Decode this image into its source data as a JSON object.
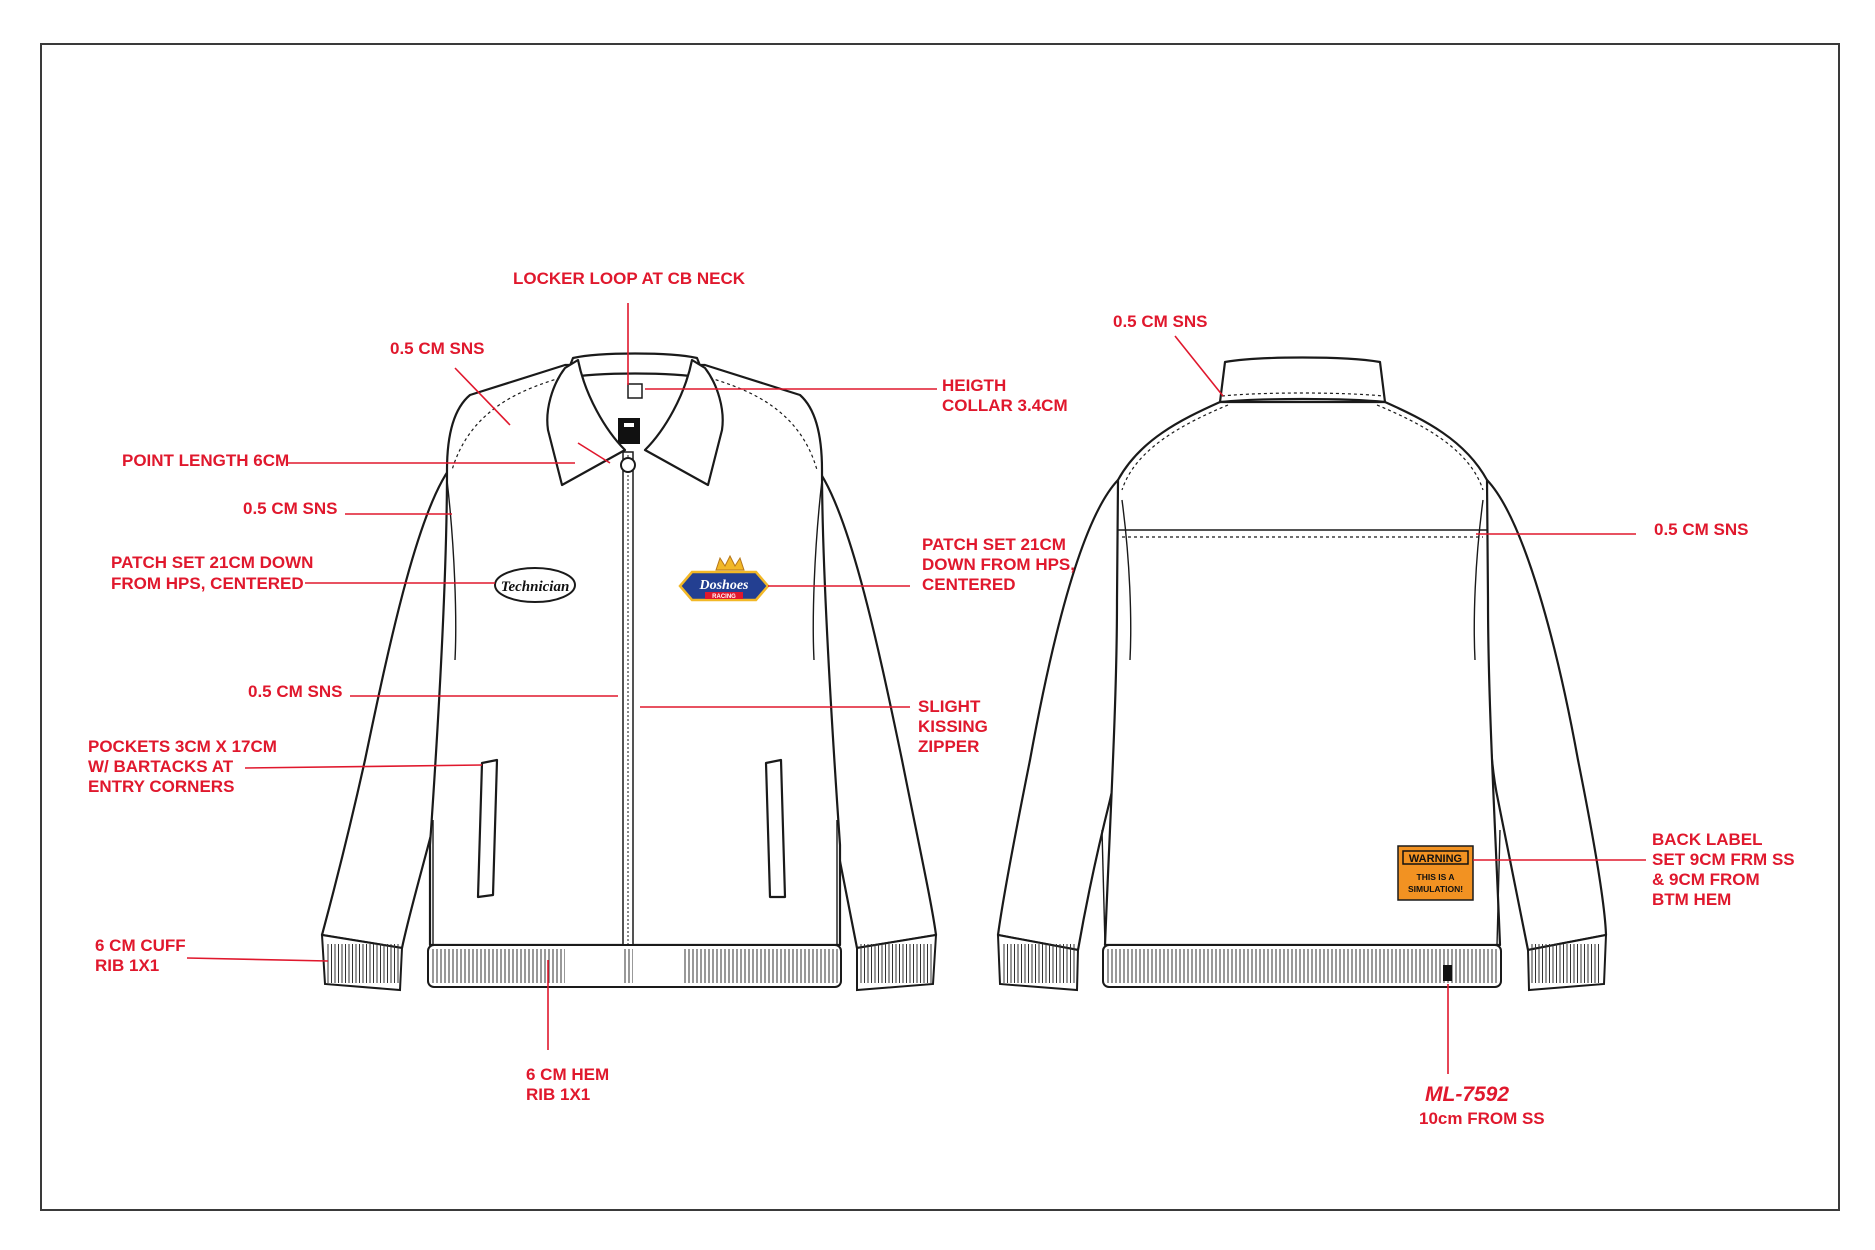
{
  "front_callouts": {
    "locker_loop": "LOCKER LOOP AT CB NECK",
    "sns_shoulder": "0.5 CM SNS",
    "collar_height_1": "HEIGTH",
    "collar_height_2": "COLLAR 3.4CM",
    "point_length": "POINT LENGTH 6CM",
    "sns_armhole": "0.5 CM SNS",
    "patch_left_1": "PATCH SET 21CM DOWN",
    "patch_left_2": "FROM HPS, CENTERED",
    "patch_right_1": "PATCH SET 21CM",
    "patch_right_2": "DOWN FROM HPS,",
    "patch_right_3": "CENTERED",
    "sns_placket": "0.5 CM SNS",
    "zipper_1": "SLIGHT",
    "zipper_2": "KISSING",
    "zipper_3": "ZIPPER",
    "pockets_1": "POCKETS 3CM X 17CM",
    "pockets_2": "W/ BARTACKS AT",
    "pockets_3": "ENTRY CORNERS",
    "cuff_1": "6 CM CUFF",
    "cuff_2": "RIB 1X1",
    "hem_1": "6 CM HEM",
    "hem_2": "RIB 1X1"
  },
  "back_callouts": {
    "sns_neck": "0.5 CM SNS",
    "sns_yoke": "0.5 CM SNS",
    "back_label_1": "BACK LABEL",
    "back_label_2": "SET 9CM FRM SS",
    "back_label_3": "& 9CM FROM",
    "back_label_4": "BTM HEM",
    "style_number": "ML-7592",
    "tab_position": "10cm FROM SS"
  },
  "patches": {
    "name_patch": "Technician",
    "brand_patch_top": "Doshoes",
    "brand_patch_bottom": "RACING"
  },
  "warning_label": {
    "title": "WARNING",
    "line1": "THIS IS A",
    "line2": "SIMULATION!"
  },
  "colors": {
    "callout": "#e0182d",
    "outline": "#1a1a1a",
    "warning_orange": "#f29222",
    "patch_blue": "#233f91",
    "patch_gold": "#f2b827"
  }
}
